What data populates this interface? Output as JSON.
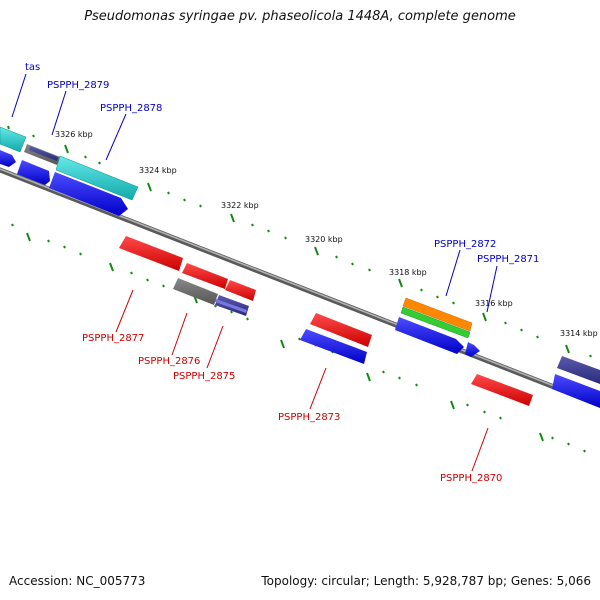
{
  "title": "Pseudomonas syringae pv. phaseolicola 1448A, complete genome",
  "footer": {
    "accession": "Accession: NC_005773",
    "stats": "Topology: circular; Length: 5,928,787 bp; Genes: 5,066"
  },
  "scale_labels": [
    "3326 kbp",
    "3324 kbp",
    "3322 kbp",
    "3320 kbp",
    "3318 kbp",
    "3316 kbp",
    "3314 kbp"
  ],
  "gene_labels": {
    "tas": "tas",
    "pspph_2879": "PSPPH_2879",
    "pspph_2878": "PSPPH_2878",
    "pspph_2877": "PSPPH_2877",
    "pspph_2876": "PSPPH_2876",
    "pspph_2875": "PSPPH_2875",
    "pspph_2873": "PSPPH_2873",
    "pspph_2872": "PSPPH_2872",
    "pspph_2871": "PSPPH_2871",
    "pspph_2870": "PSPPH_2870"
  },
  "colors": {
    "forward_label": "#0000cc",
    "reverse_label": "#cc0000",
    "cds_blue": "#0000ee",
    "cds_red": "#ee0000",
    "cyan": "#22cccc",
    "gray": "#666666",
    "navy": "#3a3a8c",
    "orange": "#ff8800",
    "green": "#33cc33",
    "tick": "#118811",
    "backbone": "#808080"
  }
}
